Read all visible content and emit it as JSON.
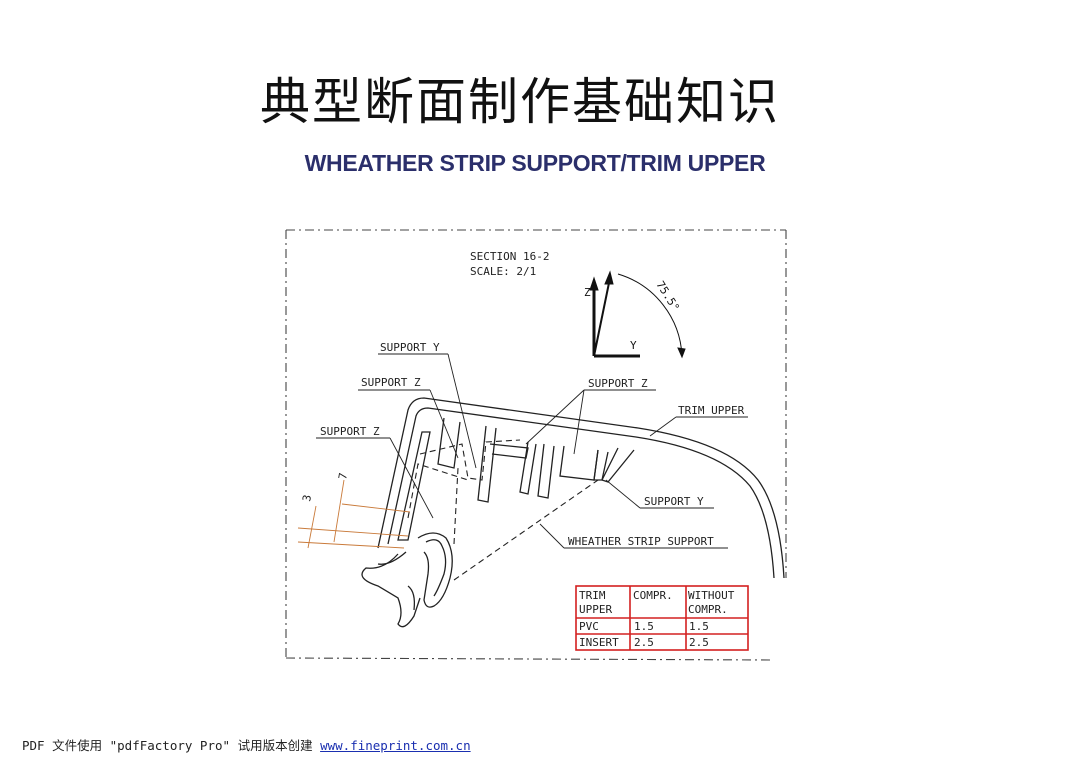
{
  "page": {
    "title": "典型断面制作基础知识",
    "subtitle": "WHEATHER STRIP SUPPORT/TRIM UPPER"
  },
  "drawing": {
    "section": "SECTION 16-2",
    "scale": "SCALE: 2/1",
    "axis_z": "Z",
    "axis_y": "Y",
    "angle": "75.5°",
    "labels": {
      "support_y_top": "SUPPORT Y",
      "support_z_left_upper": "SUPPORT Z",
      "support_z_right": "SUPPORT Z",
      "support_z_left_lower": "SUPPORT Z",
      "trim_upper": "TRIM UPPER",
      "support_y_right": "SUPPORT Y",
      "weather_strip_support": "WHEATHER STRIP SUPPORT"
    },
    "dim_3": "3",
    "dim_7": "7",
    "table": {
      "header": [
        "TRIM UPPER",
        "COMPR.",
        "WITHOUT COMPR."
      ],
      "header_lines": [
        [
          "TRIM",
          "UPPER"
        ],
        [
          "COMPR.",
          ""
        ],
        [
          "WITHOUT",
          "COMPR."
        ]
      ],
      "rows": [
        [
          "PVC",
          "1.5",
          "1.5"
        ],
        [
          "INSERT",
          "2.5",
          "2.5"
        ]
      ],
      "border_color": "#d42020"
    }
  },
  "footer": {
    "text": "PDF 文件使用 \"pdfFactory Pro\" 试用版本创建 ",
    "link": "www.fineprint.com.cn"
  }
}
